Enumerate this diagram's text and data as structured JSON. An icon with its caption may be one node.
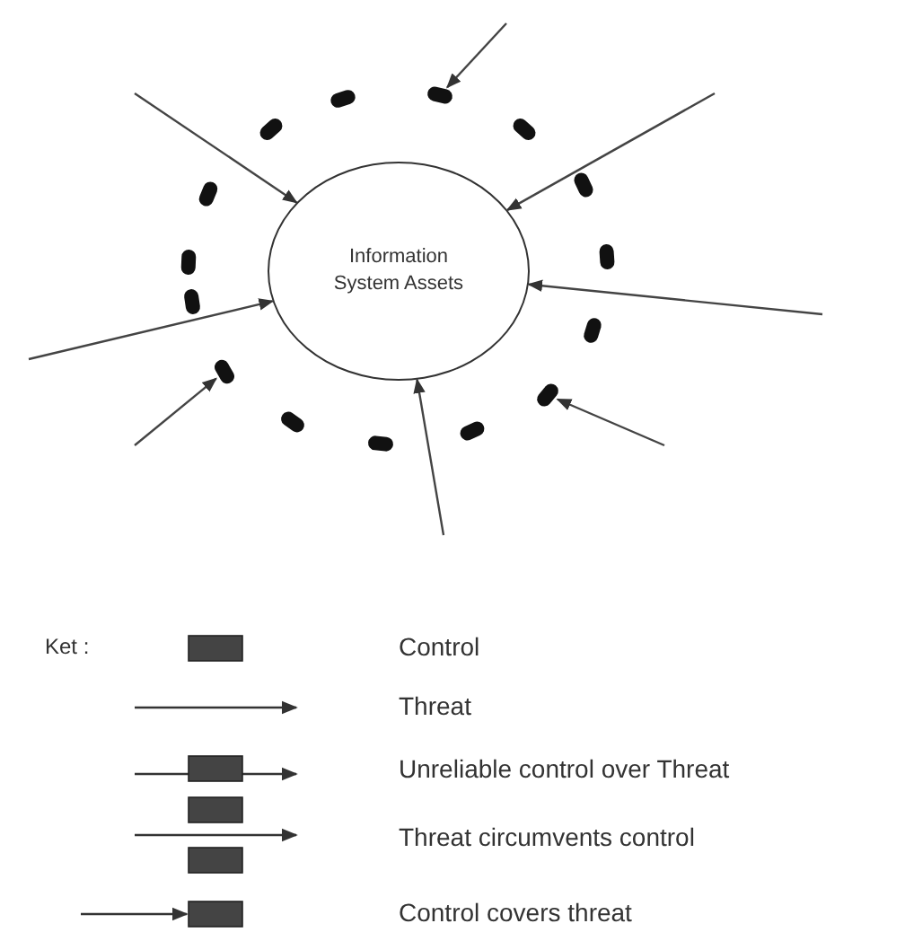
{
  "diagram": {
    "nodes": [
      {
        "text": [
          "Information System Assets"
        ]
      },
      {
        "text": [],
        "shape": "bar"
      },
      {
        "text": [],
        "shape": "bar"
      },
      {
        "text": [],
        "shape": "bar"
      },
      {
        "text": [],
        "shape": "bar"
      },
      {
        "text": [],
        "shape": "bar"
      },
      {
        "text": [],
        "shape": "bar"
      },
      {
        "text": [],
        "shape": "bar"
      },
      {
        "text": [],
        "shape": "bar"
      },
      {
        "text": [],
        "shape": "bar"
      },
      {
        "text": [],
        "shape": "bar"
      },
      {
        "text": [],
        "shape": "bar"
      },
      {
        "text": [],
        "shape": "bar"
      },
      {
        "text": [],
        "shape": "bar"
      },
      {
        "text": [],
        "shape": "bar"
      },
      {
        "text": [],
        "shape": "bar"
      }
    ],
    "edges": [
      {
        "from": null,
        "to": 0,
        "arrow": "to"
      },
      {
        "from": null,
        "to": 1,
        "arrow": "to"
      },
      {
        "from": null,
        "to": 0,
        "arrow": "to"
      },
      {
        "from": null,
        "to": 0,
        "arrow": "to"
      },
      {
        "from": null,
        "to": 12,
        "arrow": "to"
      },
      {
        "from": null,
        "to": 0,
        "arrow": "to"
      },
      {
        "from": null,
        "to": 11,
        "arrow": "to"
      },
      {
        "from": null,
        "to": 0,
        "arrow": "to"
      }
    ],
    "labels": [
      "Ket :"
    ],
    "legend": [
      {
        "text": "Control"
      },
      {
        "text": "Threat"
      },
      {
        "text": "Unreliable control over Threat"
      },
      {
        "text": "Threat circumvents control"
      },
      {
        "text": "Control covers threat"
      }
    ]
  }
}
